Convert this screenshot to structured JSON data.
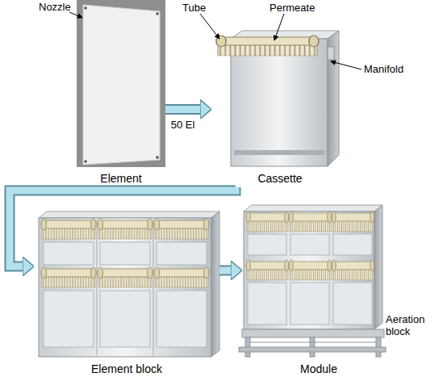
{
  "diagram": {
    "nodes": [
      {
        "text": [
          "Element"
        ]
      },
      {
        "text": [
          "Cassette"
        ]
      },
      {
        "text": [
          "Element block"
        ]
      },
      {
        "text": [
          "Module"
        ]
      }
    ],
    "edges": [
      {
        "from": 0,
        "to": 1,
        "arrow": "to",
        "label": "50 El"
      },
      {
        "from": 1,
        "to": 2,
        "arrow": "to"
      },
      {
        "from": 2,
        "to": 3,
        "arrow": "to"
      }
    ],
    "labels": [
      "Nozzle",
      "Tube",
      "Permeate",
      "Manifold",
      "Aeration block"
    ]
  }
}
